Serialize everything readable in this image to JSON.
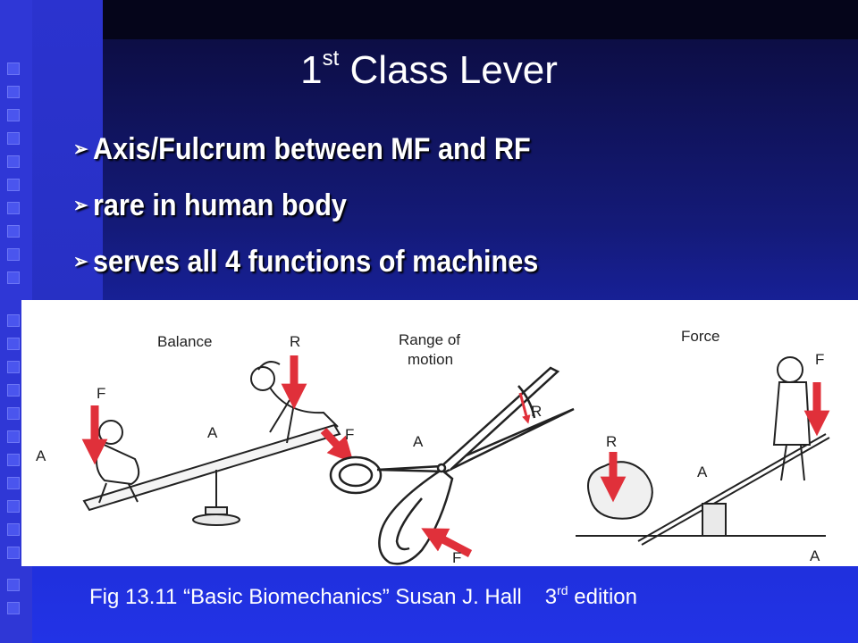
{
  "slide": {
    "title_number": "1",
    "title_superscript": "st",
    "title_text": "Class Lever",
    "bullets": [
      "Axis/Fulcrum between MF and RF",
      "rare in human body",
      "serves all 4 functions of machines"
    ],
    "bullet_icon": "arrow-bullet-icon"
  },
  "figure": {
    "labels": {
      "balance": "Balance",
      "range_line1": "Range of",
      "range_line2": "motion",
      "force": "Force",
      "r": "R",
      "f": "F",
      "a": "A"
    },
    "arrow_color": "#e0303a"
  },
  "caption": {
    "main": "Fig 13.11 “Basic Biomechanics” Susan J. Hall",
    "edition_number": "3",
    "edition_superscript": "rd",
    "edition_text": "edition"
  }
}
